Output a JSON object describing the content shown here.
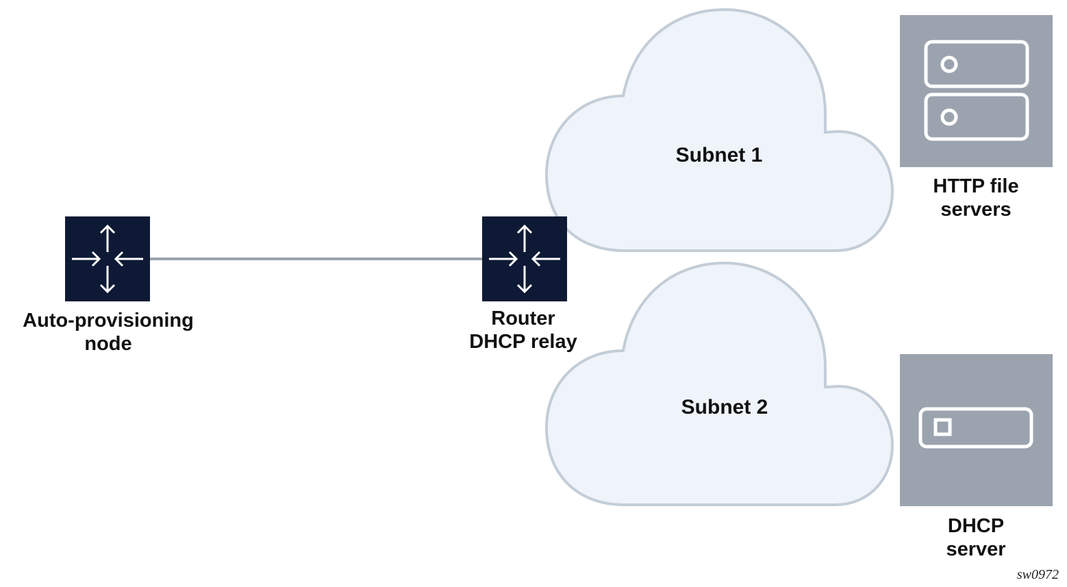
{
  "nodes": {
    "auto_node": {
      "line1": "Auto-provisioning",
      "line2": "node"
    },
    "router": {
      "line1": "Router",
      "line2": "DHCP relay"
    },
    "http_servers": {
      "line1": "HTTP file",
      "line2": "servers"
    },
    "dhcp_server": {
      "line1": "DHCP",
      "line2": "server"
    }
  },
  "clouds": {
    "subnet1": "Subnet 1",
    "subnet2": "Subnet 2"
  },
  "figure_id": "sw0972",
  "icons": {
    "router": "router-icon",
    "server": "server-icon"
  },
  "colors": {
    "router_fill": "#0e1a35",
    "cloud_fill": "#eef4f9",
    "cloud_stroke": "#c3cdd7",
    "server_fill": "#9ba3ae",
    "link": "#9aa2ad"
  }
}
